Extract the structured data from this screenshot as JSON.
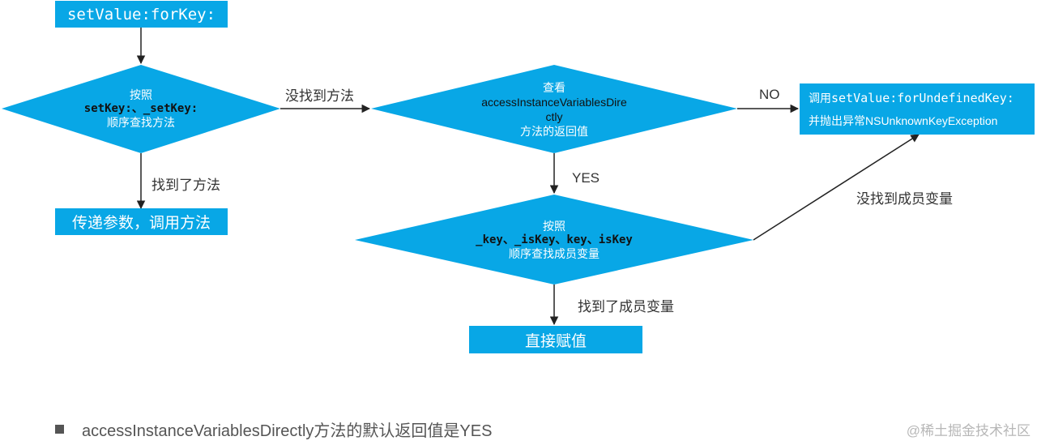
{
  "nodes": {
    "start": {
      "text": "setValue:forKey:"
    },
    "decision_setkey": {
      "line1": "按照",
      "line2": "setKey:、_setKey:",
      "line3": "顺序查找方法"
    },
    "call_method": {
      "text": "传递参数，调用方法"
    },
    "decision_access": {
      "line1": "查看",
      "line2": "accessInstanceVariablesDire",
      "line3": "ctly",
      "line4": "方法的返回值"
    },
    "undefined_key": {
      "line1_prefix": "调用",
      "line1_code": "setValue:forUndefinedKey:",
      "line2": "并抛出异常NSUnknownKeyException"
    },
    "decision_ivar": {
      "line1": "按照",
      "line2": "_key、_isKey、key、isKey",
      "line3": "顺序查找成员变量"
    },
    "assign": {
      "text": "直接赋值"
    }
  },
  "edges": {
    "found_method": "找到了方法",
    "no_method": "没找到方法",
    "no": "NO",
    "yes": "YES",
    "no_ivar": "没找到成员变量",
    "found_ivar": "找到了成员变量"
  },
  "note": "accessInstanceVariablesDirectly方法的默认返回值是YES",
  "watermark": "@稀土掘金技术社区",
  "colors": {
    "node_fill": "#08a7e6",
    "node_text": "#ffffff",
    "edge": "#222222"
  }
}
